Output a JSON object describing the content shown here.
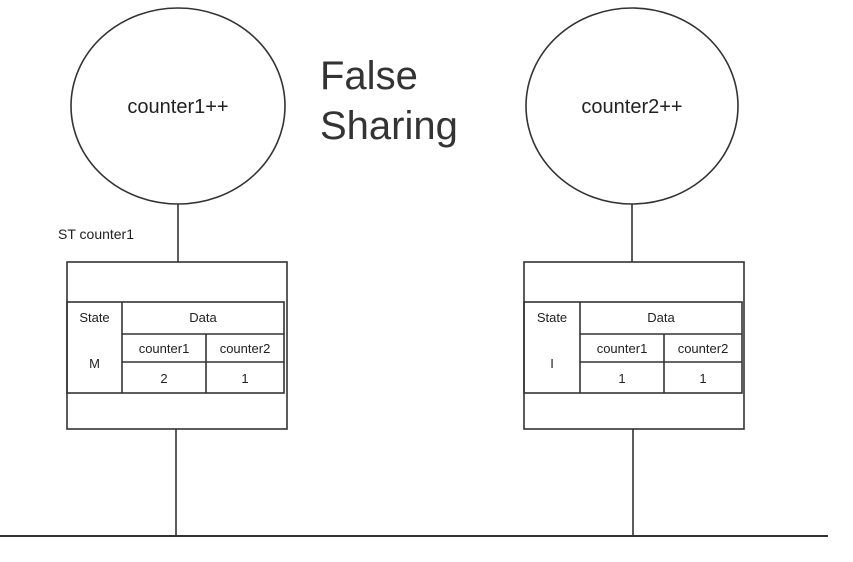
{
  "title": {
    "line1": "False",
    "line2": "Sharing"
  },
  "cores": [
    {
      "circle_label": "counter1++",
      "side_label": "ST  counter1",
      "cache": {
        "state_header": "State",
        "data_header": "Data",
        "state": "M",
        "columns": [
          "counter1",
          "counter2"
        ],
        "values": [
          "2",
          "1"
        ]
      }
    },
    {
      "circle_label": "counter2++",
      "side_label": "",
      "cache": {
        "state_header": "State",
        "data_header": "Data",
        "state": "I",
        "columns": [
          "counter1",
          "counter2"
        ],
        "values": [
          "1",
          "1"
        ]
      }
    }
  ]
}
